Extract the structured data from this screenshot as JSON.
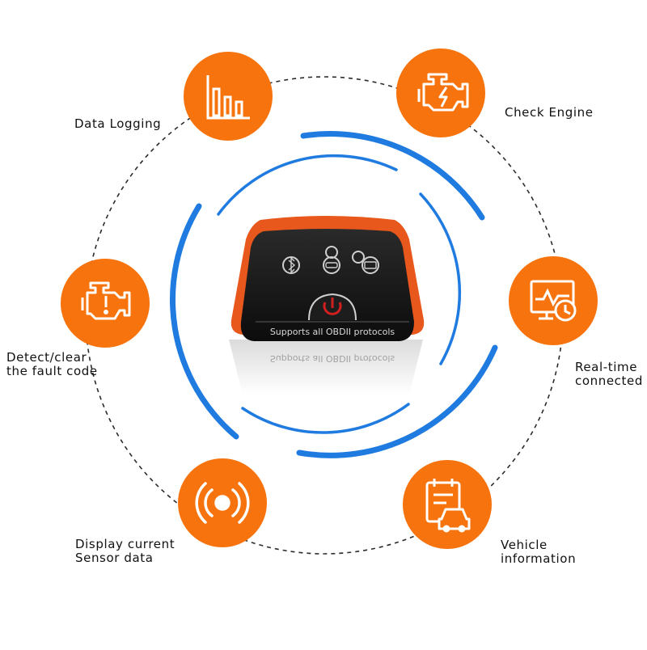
{
  "device": {
    "caption": "Supports all OBDII protocols",
    "led_indicators": [
      "bluetooth-icon",
      "car-icon",
      "battery-icon"
    ],
    "power_icon": "power-icon"
  },
  "features": [
    {
      "key": "data-logging",
      "label": "Data Logging",
      "icon": "bar-chart-icon"
    },
    {
      "key": "check-engine",
      "label": "Check Engine",
      "icon": "engine-warning-icon"
    },
    {
      "key": "detect-clear",
      "label": "Detect/clear\nthe fault code",
      "icon": "engine-fault-icon"
    },
    {
      "key": "real-time",
      "label": "Real-time\nconnected",
      "icon": "monitor-clock-icon"
    },
    {
      "key": "sensor-data",
      "label": "Display current\nSensor data",
      "icon": "sensor-icon"
    },
    {
      "key": "vehicle-info",
      "label": "Vehicle\ninformation",
      "icon": "car-clipboard-icon"
    }
  ],
  "colors": {
    "orange": "#f7730e",
    "blue": "#1f7be0",
    "device_orange": "#e8571c",
    "device_black": "#141414"
  }
}
